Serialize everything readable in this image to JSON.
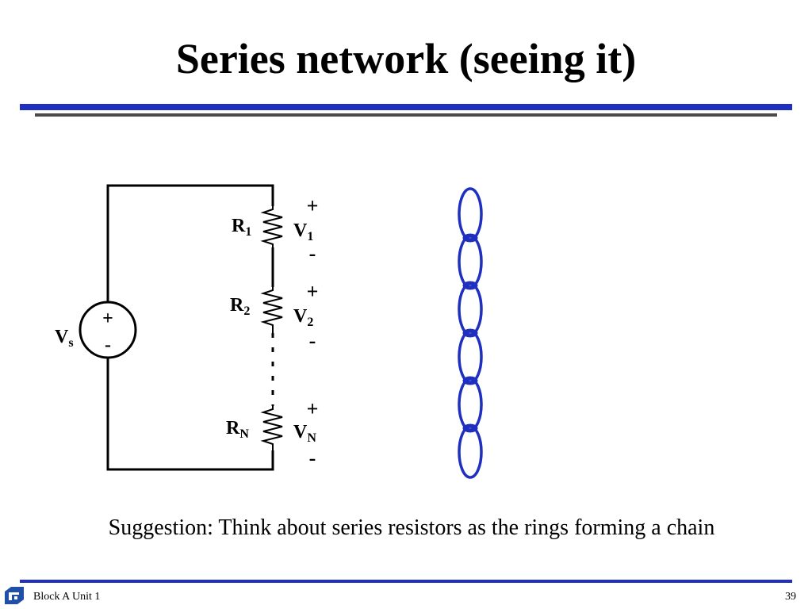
{
  "slide": {
    "title": "Series network (seeing it)",
    "caption": "Suggestion: Think about series resistors as the rings forming a chain"
  },
  "circuit": {
    "source": {
      "label": "V",
      "sub": "s",
      "plus": "+",
      "minus": "-"
    },
    "resistors": [
      {
        "label": "R",
        "sub": "1",
        "v_label": "V",
        "v_sub": "1",
        "plus": "+",
        "minus": "-"
      },
      {
        "label": "R",
        "sub": "2",
        "v_label": "V",
        "v_sub": "2",
        "plus": "+",
        "minus": "-"
      },
      {
        "label": "R",
        "sub": "N",
        "v_label": "V",
        "v_sub": "N",
        "plus": "+",
        "minus": "-"
      }
    ]
  },
  "chain": {
    "ring_count": 6,
    "ring_color": "#1f2fbf"
  },
  "footer": {
    "left_text": "Block A Unit 1",
    "page_number": "39",
    "logo_icon": "logo-icon"
  },
  "colors": {
    "accent_blue": "#1f2fbf",
    "rule_gray": "#4a4a4a"
  }
}
